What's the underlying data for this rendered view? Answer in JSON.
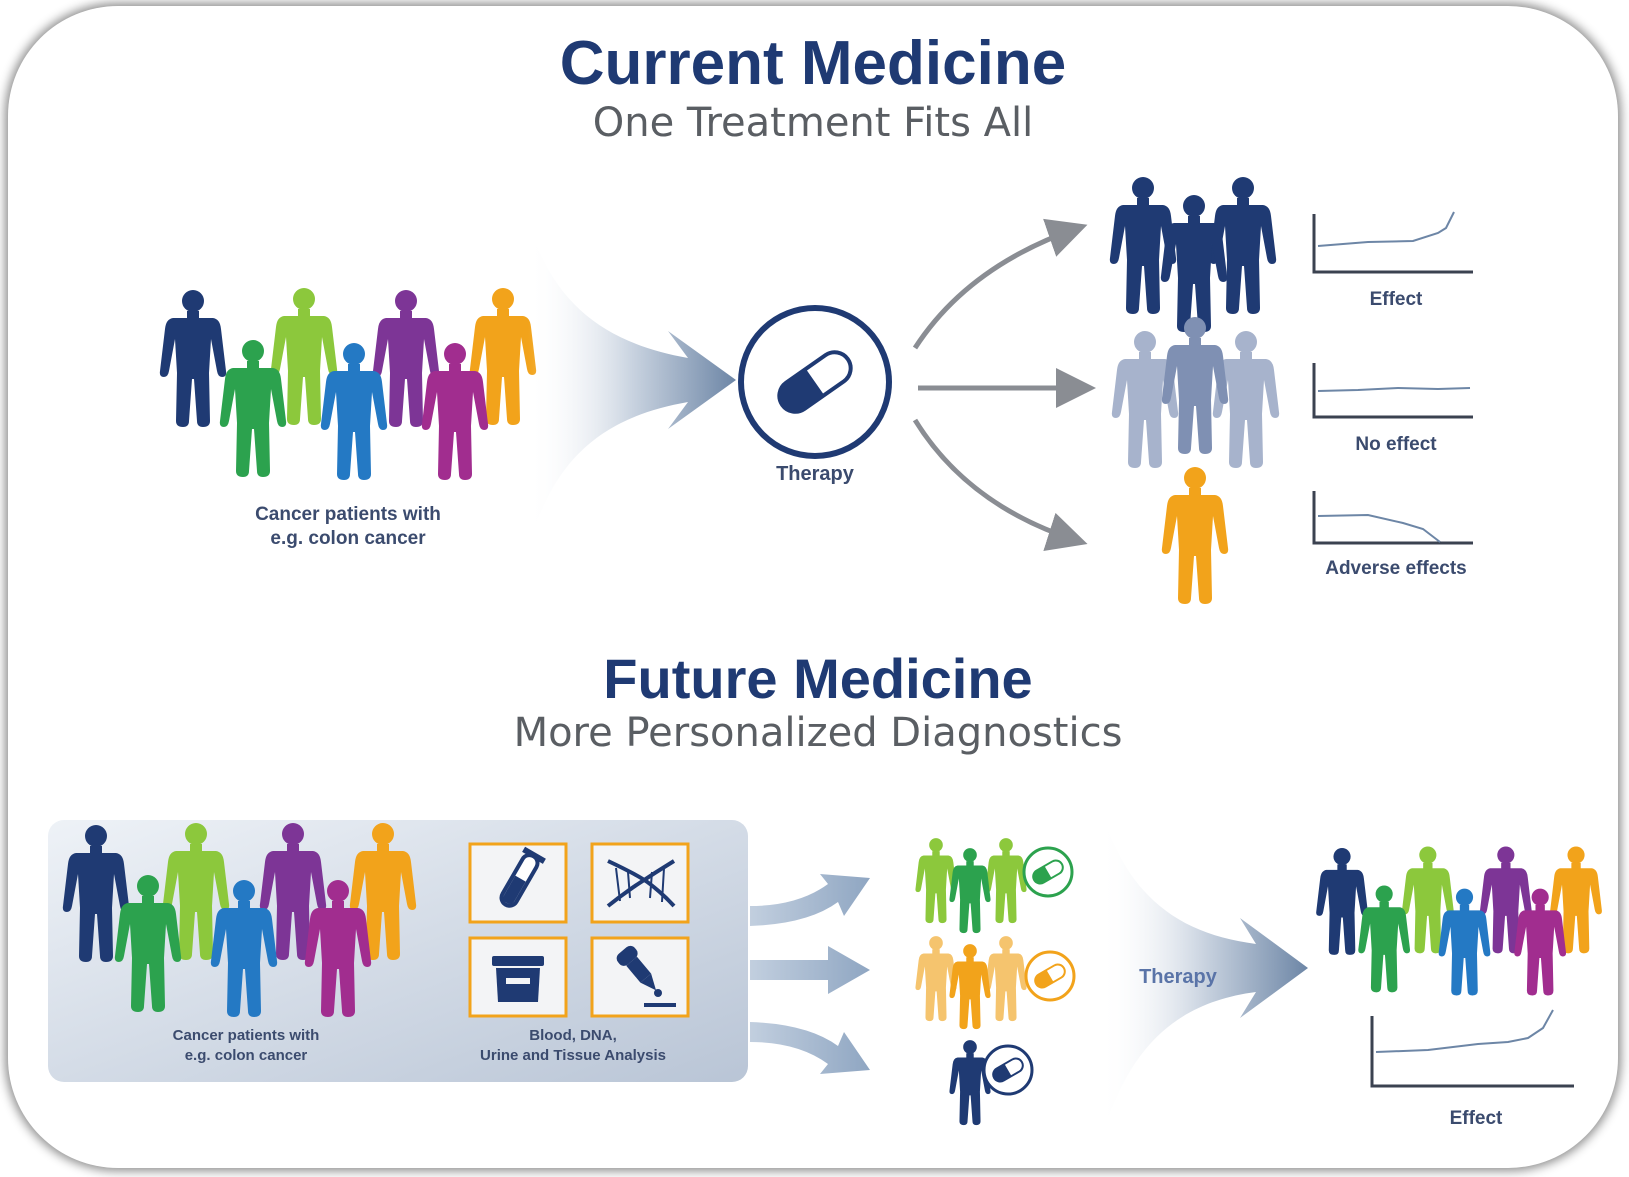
{
  "current": {
    "title": "Current Medicine",
    "subtitle": "One Treatment Fits All",
    "patients_label_line1": "Cancer patients with",
    "patients_label_line2": "e.g. colon cancer",
    "therapy_label": "Therapy",
    "outcomes": [
      {
        "label": "Effect",
        "trend": "rising"
      },
      {
        "label": "No effect",
        "trend": "flat"
      },
      {
        "label": "Adverse effects",
        "trend": "falling"
      }
    ]
  },
  "future": {
    "title": "Future Medicine",
    "subtitle": "More Personalized Diagnostics",
    "patients_label_line1": "Cancer patients with",
    "patients_label_line2": "e.g. colon cancer",
    "analysis_label_line1": "Blood, DNA,",
    "analysis_label_line2": "Urine and Tissue Analysis",
    "therapy_label": "Therapy",
    "effect_label": "Effect",
    "analysis_icons": [
      "test-tube-icon",
      "dna-icon",
      "specimen-container-icon",
      "pipette-dropper-icon"
    ]
  },
  "colors": {
    "navy": "#1f3a73",
    "green": "#2ca24e",
    "light_green": "#8cc83c",
    "blue": "#2479c4",
    "purple": "#7d3596",
    "magenta": "#a12d8f",
    "orange": "#f2a31b",
    "grey_blue": "#a7b3cc"
  }
}
